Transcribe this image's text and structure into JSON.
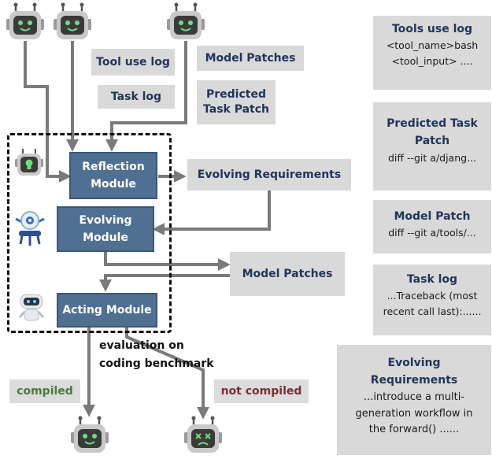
{
  "labels": {
    "tool_use_log": "Tool use log",
    "task_log": "Task log",
    "model_patches": "Model Patches",
    "predicted_task_patch": "Predicted Task Patch",
    "evolving_requirements": "Evolving Requirements",
    "model_patches_2": "Model Patches"
  },
  "modules": {
    "reflection": "Reflection Module",
    "evolving": "Evolving Module",
    "acting": "Acting Module"
  },
  "evaluation": "evaluation on coding benchmark",
  "outcomes": {
    "compiled": "compiled",
    "not_compiled": "not compiled"
  },
  "cards": [
    {
      "title": "Tools use log",
      "body": "<tool_name>bash <tool_input> ...."
    },
    {
      "title": "Predicted Task Patch",
      "body": "diff --git a/djang..."
    },
    {
      "title": "Model Patch",
      "body": "diff --git a/tools/..."
    },
    {
      "title": "Task log",
      "body": "...Traceback (most recent call last):......"
    },
    {
      "title": "Evolving Requirements",
      "body": "...introduce a multi-generation workflow in the forward() ......"
    }
  ],
  "colors": {
    "label_bg": "#d9d9d9",
    "label_text": "#22345a",
    "module_bg": "#4f6f93",
    "arrow": "#7a7a7a",
    "compiled_text": "#4a7a3e",
    "not_compiled_text": "#7a2f2f"
  }
}
